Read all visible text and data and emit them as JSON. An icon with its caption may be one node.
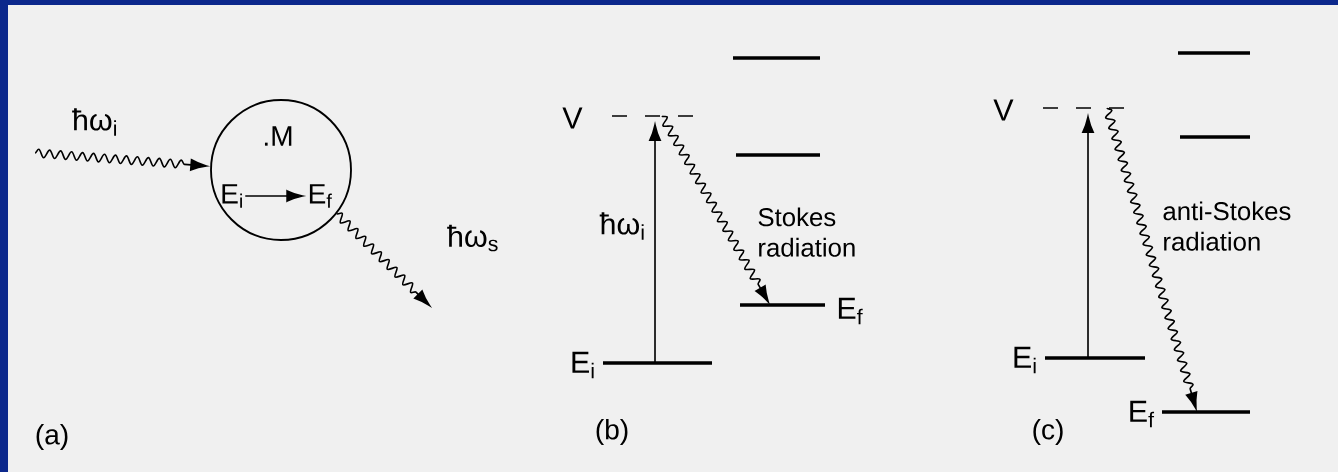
{
  "diagram": {
    "nodes": [
      {
        "text": [
          ".M"
        ]
      },
      {
        "text": [
          "E$_{i}$"
        ],
        "in": 0
      },
      {
        "text": [
          "E$_{f}$"
        ],
        "in": 0
      },
      {
        "text": [],
        "shape": "bar"
      },
      {
        "text": [
          "V"
        ]
      },
      {
        "text": [],
        "shape": "bar"
      },
      {
        "text": [
          "E$_{f}$"
        ]
      },
      {
        "text": [
          "E$_{i}$"
        ]
      },
      {
        "text": [],
        "shape": "bar"
      },
      {
        "text": [
          "V"
        ]
      },
      {
        "text": [],
        "shape": "bar"
      },
      {
        "text": [
          "E$_{i}$"
        ]
      },
      {
        "text": [
          "E$_{f}$"
        ]
      }
    ],
    "edges": [
      {
        "from": null,
        "to": 0,
        "arrow": "to",
        "label": "ħω$_{i}$"
      },
      {
        "from": 0,
        "to": null,
        "arrow": "to",
        "label": "ħω$_{s}$"
      },
      {
        "from": 1,
        "to": 2,
        "arrow": "to"
      },
      {
        "from": 7,
        "to": 4,
        "arrow": "to",
        "label": "ħω$_{i}$"
      },
      {
        "from": 4,
        "to": 6,
        "arrow": "to",
        "label": "Stokes radiation"
      },
      {
        "from": 11,
        "to": 9,
        "arrow": "to"
      },
      {
        "from": 9,
        "to": 12,
        "arrow": "to",
        "label": "anti-Stokes radiation"
      }
    ],
    "labels": [
      "(a)",
      "(b)",
      "(c)"
    ]
  }
}
